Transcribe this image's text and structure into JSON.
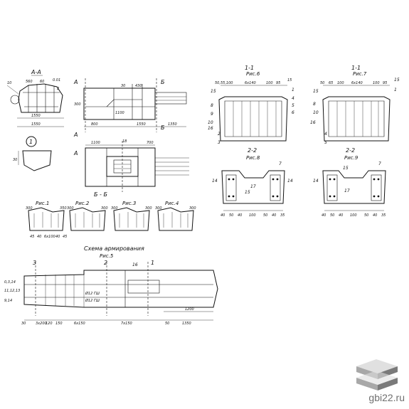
{
  "views": {
    "section_aa": {
      "label": "А-А",
      "dims": [
        "10",
        "1550",
        "1550",
        "560",
        "60",
        "0.01",
        "2"
      ]
    },
    "side_elevation": {
      "dims": [
        "30",
        "430",
        "300",
        "1100",
        "1550",
        "1350",
        "800"
      ],
      "cut_marks": [
        "А",
        "Б",
        "А",
        "Б"
      ]
    },
    "detail_1": {
      "label": "1",
      "dims": [
        "30"
      ]
    },
    "plan_view": {
      "dims": [
        "1100",
        "18",
        "700"
      ],
      "cut_marks": [
        "А"
      ]
    },
    "section_bb": {
      "label": "Б - Б"
    },
    "figs_top": [
      "Рис.1",
      "Рис.2",
      "Рис.3",
      "Рис.4"
    ],
    "figs_top_dims": [
      "300",
      "350",
      "300",
      "300",
      "300",
      "300",
      "300",
      "300",
      "45",
      "40",
      "6х100",
      "40",
      "45"
    ],
    "schema_title": "Схема армирования",
    "fig5": {
      "label": "Рис.5",
      "marks": [
        "3",
        "2",
        "1",
        "16"
      ],
      "left_dims": [
        "0,3,14",
        "11,12,13",
        "9,14"
      ],
      "bottom_dims": [
        "3х200",
        "150",
        "6х150",
        "7х150",
        "1350",
        "1200",
        "30",
        "120",
        "50"
      ],
      "text_notes": [
        "Ø12 ГШ",
        "Ø12 ГШ"
      ]
    },
    "section_11_fig6": {
      "label": "1-1",
      "fig": "Рис.6",
      "top_dims": [
        "50,55,100",
        "6х140",
        "100",
        "95",
        "15"
      ],
      "side_marks": [
        "15",
        "8",
        "9",
        "10",
        "16",
        "1",
        "2",
        "3",
        "4",
        "5",
        "6"
      ]
    },
    "section_11_fig7": {
      "label": "1-1",
      "fig": "Рис.7",
      "top_dims": [
        "50",
        "65",
        "100",
        "6х140",
        "100",
        "95"
      ],
      "side_marks": [
        "15",
        "8",
        "10",
        "16",
        "4",
        "5",
        "1",
        "15"
      ]
    },
    "section_22_fig8": {
      "label": "2-2",
      "fig": "Рис.8",
      "marks": [
        "14",
        "14",
        "15",
        "17",
        "7"
      ],
      "bottom_dims": [
        "40",
        "50",
        "40",
        "100",
        "50",
        "40",
        "35"
      ]
    },
    "section_22_fig9": {
      "label": "2-2",
      "fig": "Рис.9",
      "marks": [
        "14",
        "15",
        "17",
        "7"
      ],
      "bottom_dims": [
        "40",
        "50",
        "40",
        "100",
        "50",
        "40",
        "35"
      ]
    }
  },
  "watermark": {
    "text": "gbi22.ru",
    "icon": "stacked-slabs-icon",
    "colors": {
      "light": "#e0e0e0",
      "mid": "#a8a8a8",
      "dark": "#7a7a7a"
    }
  }
}
